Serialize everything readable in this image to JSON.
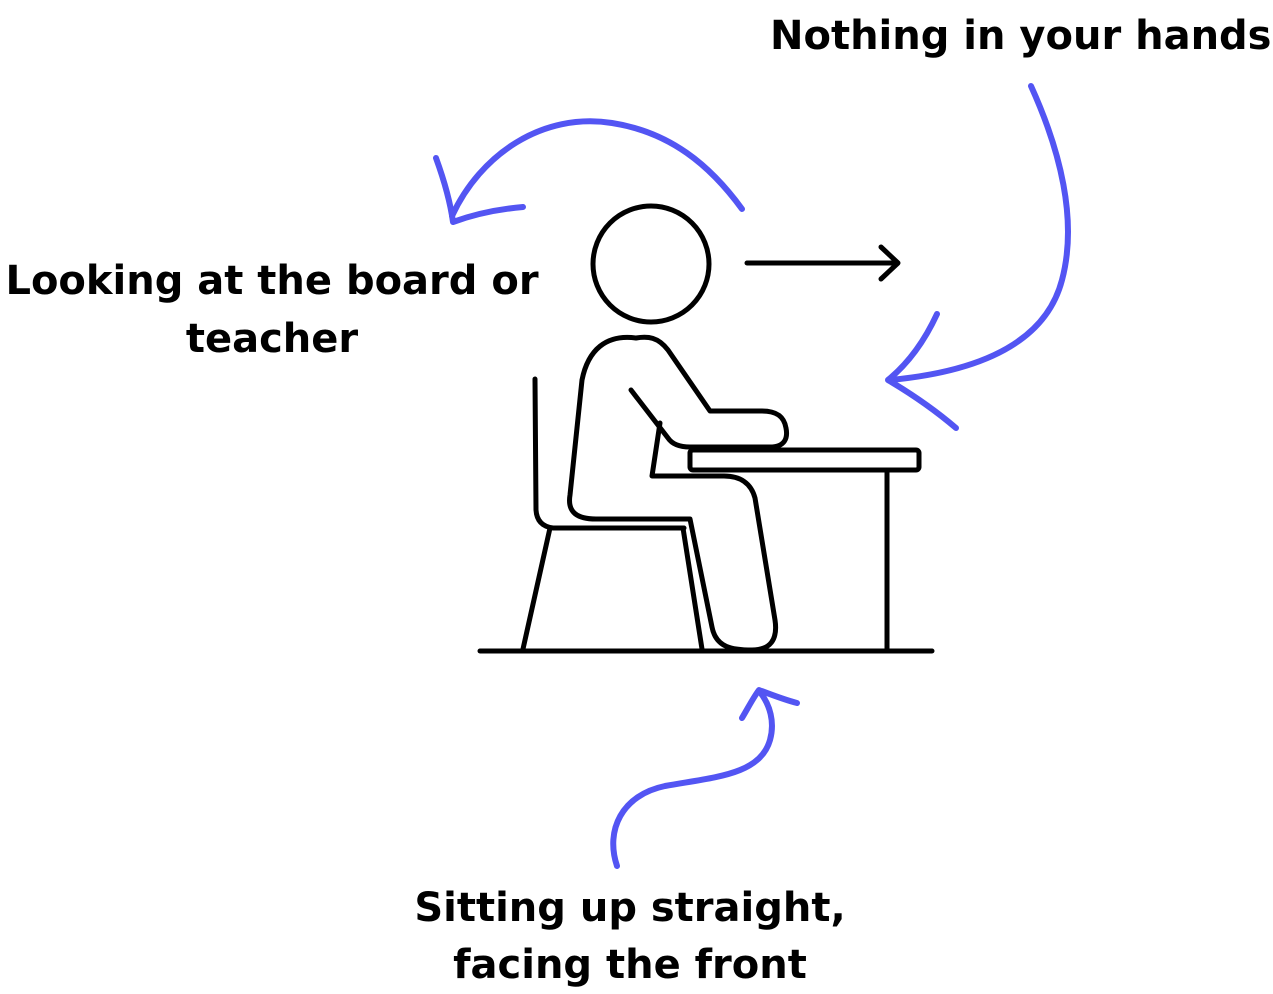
{
  "labels": {
    "hands": "Nothing in your hands",
    "board_line1": "Looking at the board or",
    "board_line2": "teacher",
    "sitting_line1": "Sitting up straight,",
    "sitting_line2": "facing the front"
  },
  "colors": {
    "annotation_arrow": "#4a4cf2",
    "line_art": "#000000",
    "background": "#ffffff"
  }
}
